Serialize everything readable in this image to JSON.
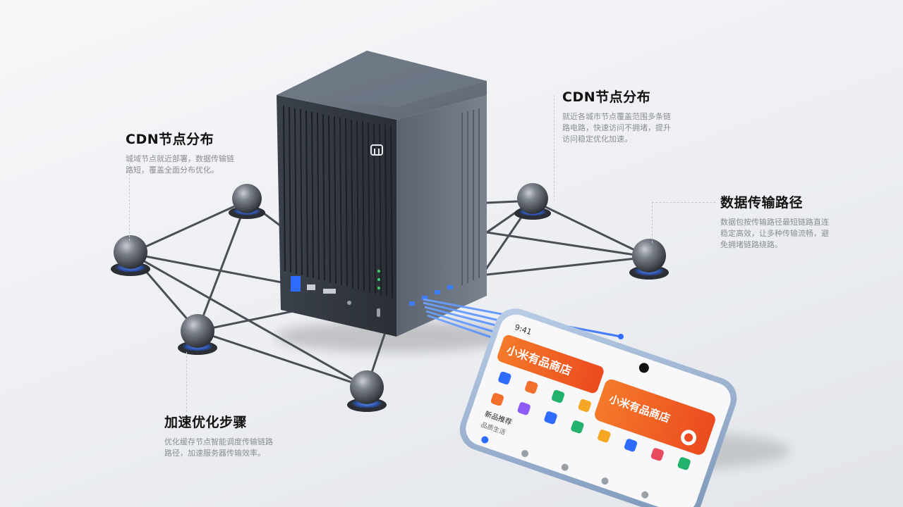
{
  "annotations": {
    "top_left": {
      "title": "CDN节点分布",
      "desc_line1": "城域节点就近部署，数据传输链",
      "desc_line2": "路短，覆盖全面分布优化。"
    },
    "top_right": {
      "title": "CDN节点分布",
      "desc_line1": "就近各城市节点覆盖范围多条链",
      "desc_line2": "路电路，快速访问不拥堵，提升",
      "desc_line3": "访问稳定优化加速。"
    },
    "right": {
      "title": "数据传输路径",
      "desc_line1": "数据包按传输路径最短链路直连",
      "desc_line2": "稳定高效，让多种传输流畅，避",
      "desc_line3": "免拥堵链路绕路。"
    },
    "bottom_left": {
      "title": "加速优化步骤",
      "desc_line1": "优化缓存节点智能调度传输链路",
      "desc_line2": "路径，加速服务器传输效率。"
    }
  },
  "server": {
    "logo": "mi"
  },
  "phone": {
    "status_time": "9:41",
    "app_title": "小米有品商店",
    "banner_text": "小米有品商店",
    "section_title": "新品推荐",
    "list_item": "品质生活",
    "grid_icons": [
      "cart-icon",
      "phone-icon",
      "home-icon",
      "tv-icon",
      "watch-icon",
      "camera-icon",
      "speaker-icon",
      "gift-icon",
      "bag-icon",
      "star-icon",
      "heart-icon",
      "chat-icon"
    ]
  },
  "colors": {
    "server_body": "#4d5560",
    "server_top": "#6a7380",
    "node_glow": "#2f6bff",
    "beam": "#3c7cff",
    "banner": "#f05a22"
  }
}
